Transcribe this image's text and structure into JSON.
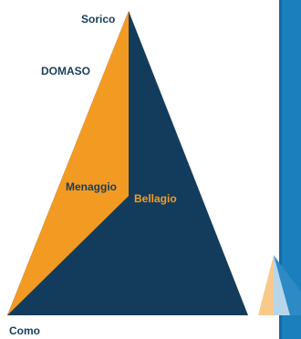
{
  "places": {
    "sorico": "Sorico",
    "domaso": "DOMASO",
    "menaggio": "Menaggio",
    "bellagio": "Bellagio",
    "como": "Como"
  },
  "colors": {
    "navy": "#133c5c",
    "orange": "#f39a22",
    "blue_band": "#1c7fbd",
    "small_triangle_peach": "#f9c98a",
    "small_triangle_blue": "#2d8ac4",
    "small_triangle_light": "#b7d6ea"
  }
}
